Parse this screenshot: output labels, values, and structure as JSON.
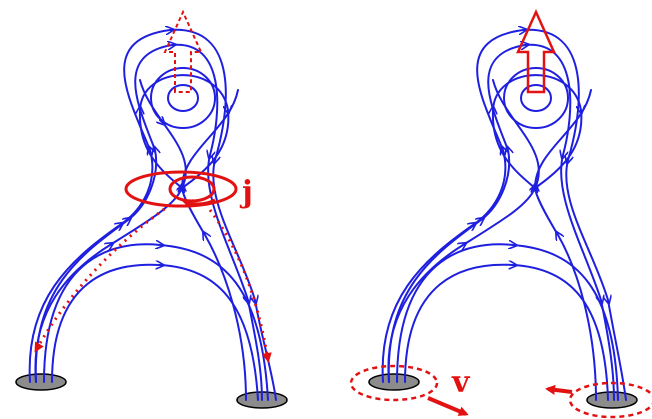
{
  "labels": {
    "current": "j",
    "velocity": "v"
  },
  "colors": {
    "field_lines": "#1f1fe0",
    "annotation": "#e31212",
    "footpoint_fill": "#8c8c8c"
  },
  "panels": [
    {
      "name": "left",
      "features": [
        "x-point",
        "current-loop",
        "dashed-eruption-arrow",
        "dotted-flow-arrows"
      ]
    },
    {
      "name": "right",
      "features": [
        "x-point",
        "solid-eruption-arrow",
        "dashed-footpoint-ovals",
        "motion-arrows"
      ]
    }
  ]
}
